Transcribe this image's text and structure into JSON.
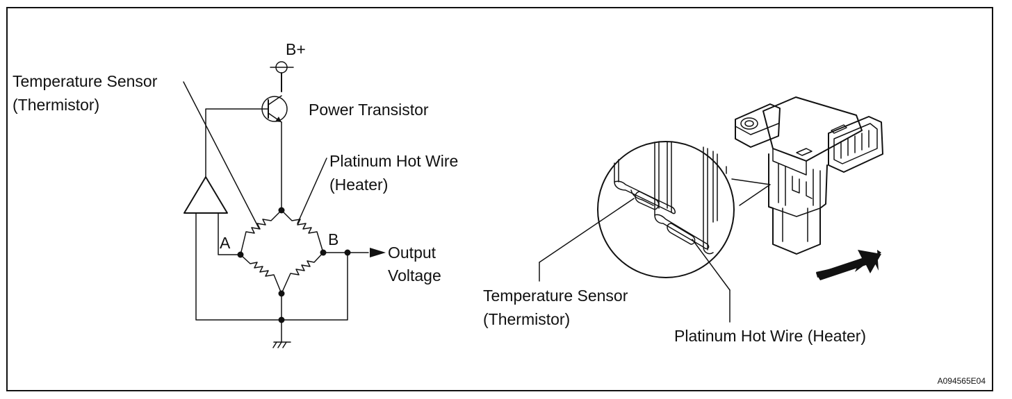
{
  "figure_code": "A094565E04",
  "circuit": {
    "supply_label": "B+",
    "temp_sensor_label": [
      "Temperature Sensor",
      "(Thermistor)"
    ],
    "transistor_label": "Power Transistor",
    "hot_wire_label": [
      "Platinum Hot Wire",
      "(Heater)"
    ],
    "node_a_label": "A",
    "node_b_label": "B",
    "output_label": [
      "Output",
      "Voltage"
    ]
  },
  "sensor_view": {
    "temp_sensor_label": [
      "Temperature Sensor",
      "(Thermistor)"
    ],
    "hot_wire_label": "Platinum Hot Wire (Heater)"
  }
}
